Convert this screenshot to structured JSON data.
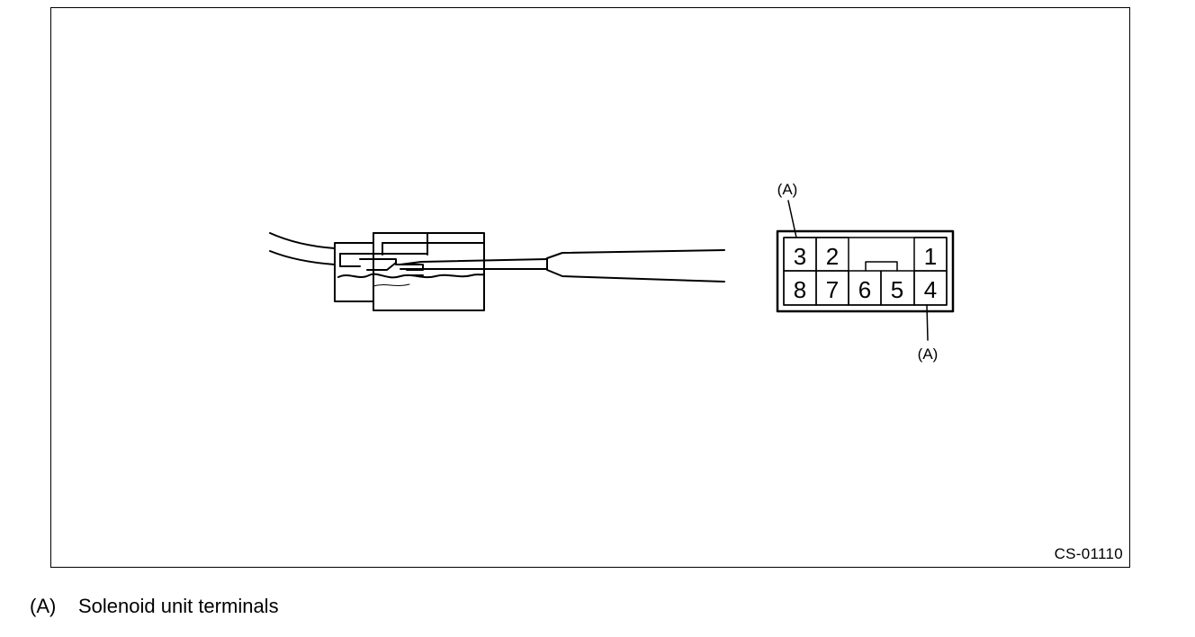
{
  "figure": {
    "id": "CS-01110",
    "callout_top": "(A)",
    "callout_bottom": "(A)",
    "pins_top": [
      "3",
      "2",
      "1"
    ],
    "pins_bottom": [
      "8",
      "7",
      "6",
      "5",
      "4"
    ]
  },
  "legend": {
    "key": "(A)",
    "text": "Solenoid unit terminals"
  }
}
